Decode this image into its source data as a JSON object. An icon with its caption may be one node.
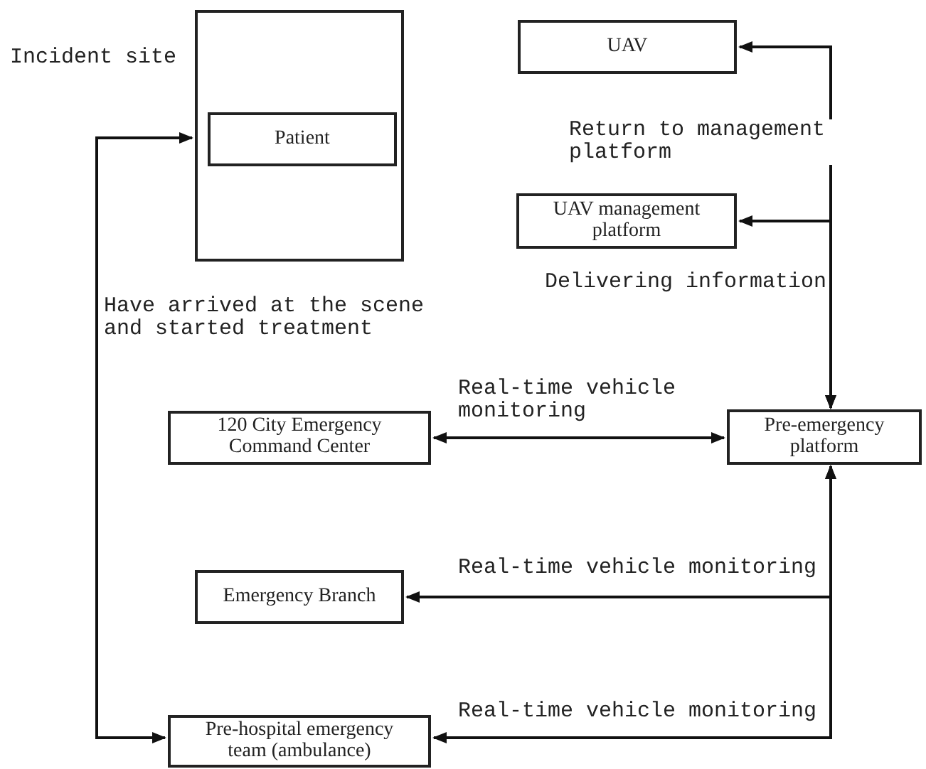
{
  "diagram": {
    "nodes": [
      {
        "text": [
          "Incident site"
        ]
      },
      {
        "text": [
          "Patient"
        ],
        "in": 0
      },
      {
        "text": [
          "UAV"
        ]
      },
      {
        "text": [
          "UAV management platform"
        ]
      },
      {
        "text": [
          "120 City Emergency Command Center"
        ]
      },
      {
        "text": [
          "Pre-emergency platform"
        ]
      },
      {
        "text": [
          "Emergency Branch"
        ]
      },
      {
        "text": [
          "Pre-hospital emergency team (ambulance)"
        ]
      }
    ],
    "edges": [
      {
        "from": 5,
        "to": 2,
        "arrow": "both",
        "label": "Return to management platform"
      },
      {
        "from": 5,
        "to": 3,
        "arrow": "both",
        "label": "Delivering information"
      },
      {
        "from": 4,
        "to": 5,
        "arrow": "both",
        "label": "Real-time vehicle monitoring"
      },
      {
        "from": 5,
        "to": 6,
        "arrow": "both",
        "label": "Real-time vehicle monitoring"
      },
      {
        "from": 5,
        "to": 7,
        "arrow": "both",
        "label": "Real-time vehicle monitoring"
      },
      {
        "from": 7,
        "to": 0,
        "arrow": "both",
        "label": "Have arrived at the scene and started treatment"
      }
    ]
  }
}
